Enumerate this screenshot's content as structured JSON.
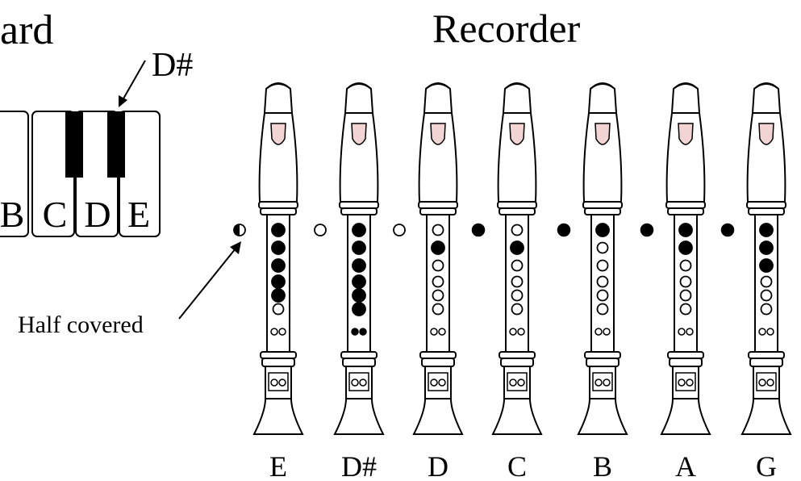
{
  "keyboard": {
    "title_fragment": "ard",
    "pointer_label": "D#",
    "key_labels": [
      "B",
      "C",
      "D",
      "E"
    ]
  },
  "recorder": {
    "title": "Recorder",
    "half_covered_label": "Half covered",
    "fingerings": [
      {
        "note": "E",
        "thumb": "half",
        "holes": [
          "closed",
          "closed",
          "closed",
          "closed",
          "closed",
          "open",
          "open"
        ],
        "double_holes": [
          "open",
          "open"
        ]
      },
      {
        "note": "D#",
        "thumb": "open",
        "holes": [
          "closed",
          "closed",
          "closed",
          "closed",
          "closed",
          "closed",
          "closed"
        ],
        "double_holes": [
          "closed",
          "closed"
        ]
      },
      {
        "note": "D",
        "thumb": "open",
        "holes": [
          "open",
          "closed",
          "open",
          "open",
          "open",
          "open",
          "open"
        ],
        "double_holes": [
          "open",
          "open"
        ]
      },
      {
        "note": "C",
        "thumb": "closed",
        "holes": [
          "open",
          "closed",
          "open",
          "open",
          "open",
          "open",
          "open"
        ],
        "double_holes": [
          "open",
          "open"
        ]
      },
      {
        "note": "B",
        "thumb": "closed",
        "holes": [
          "closed",
          "open",
          "open",
          "open",
          "open",
          "open",
          "open"
        ],
        "double_holes": [
          "open",
          "open"
        ]
      },
      {
        "note": "A",
        "thumb": "closed",
        "holes": [
          "closed",
          "closed",
          "open",
          "open",
          "open",
          "open",
          "open"
        ],
        "double_holes": [
          "open",
          "open"
        ]
      },
      {
        "note": "G",
        "thumb": "closed",
        "holes": [
          "closed",
          "closed",
          "closed",
          "open",
          "open",
          "open",
          "open"
        ],
        "double_holes": [
          "open",
          "open"
        ]
      }
    ]
  }
}
